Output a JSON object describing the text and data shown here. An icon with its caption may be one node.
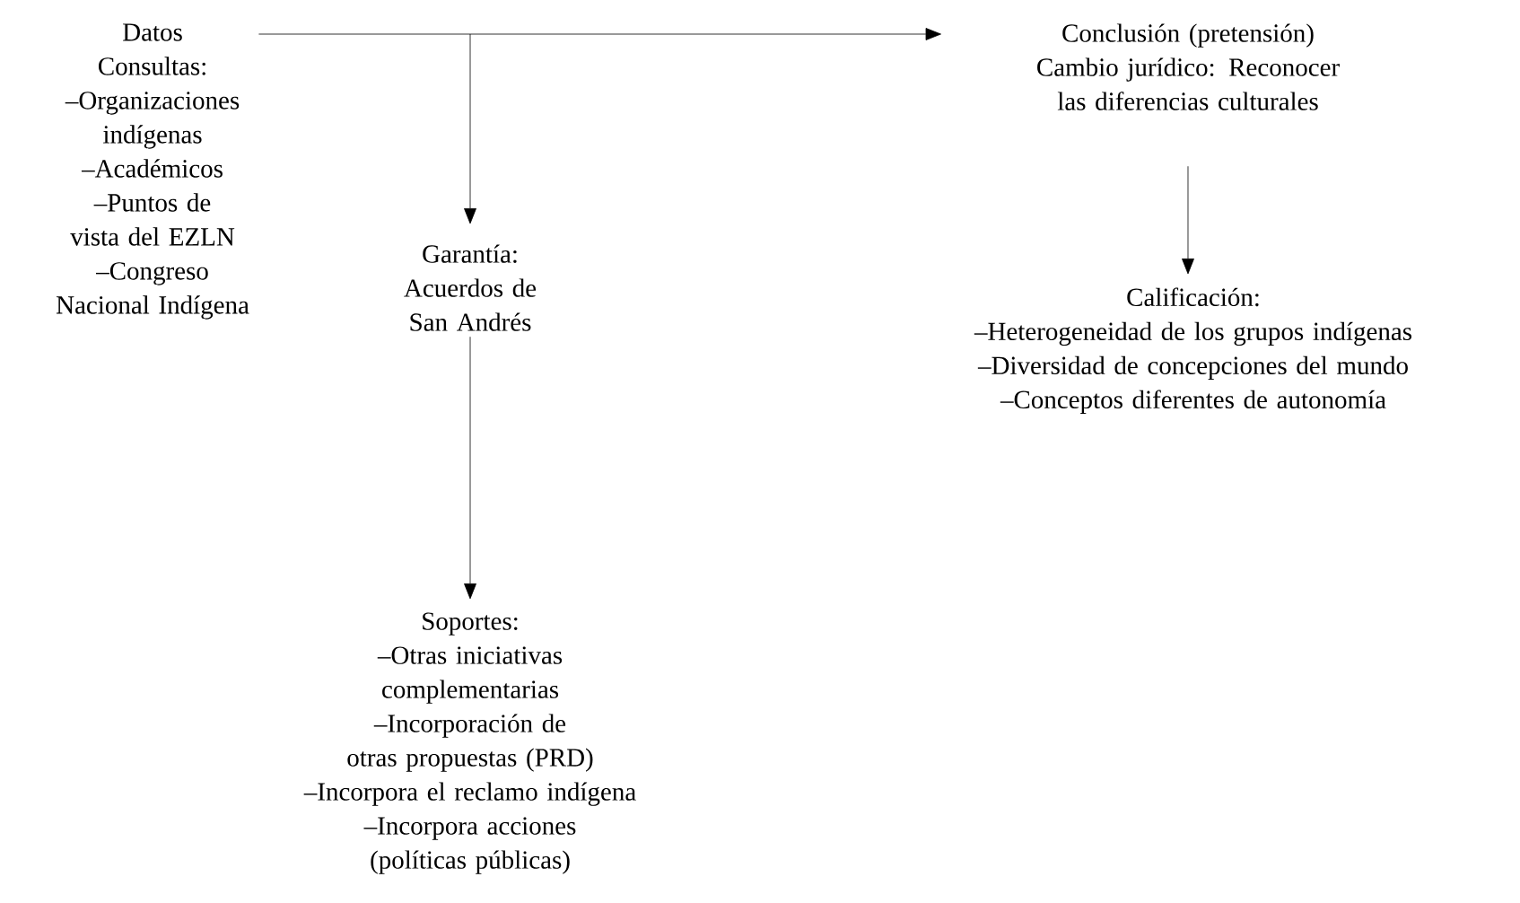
{
  "diagram": {
    "nodes": [
      {
        "text": [
          "Datos",
          "Consultas:",
          "–Organizaciones indígenas",
          "–Académicos",
          "–Puntos de vista del EZLN",
          "–Congreso Nacional Indígena"
        ]
      },
      {
        "text": [
          "Conclusión (pretensión)",
          "Cambio jurídico: Reconocer las diferencias culturales"
        ]
      },
      {
        "text": [
          "Garantía:",
          "Acuerdos de San Andrés"
        ]
      },
      {
        "text": [
          "Calificación:",
          "–Heterogeneidad de los grupos indígenas",
          "–Diversidad de concepciones del mundo",
          "–Conceptos diferentes de autonomía"
        ]
      },
      {
        "text": [
          "Soportes:",
          "–Otras iniciativas complementarias",
          "–Incorporación de otras propuestas (PRD)",
          "–Incorpora el reclamo indígena",
          "–Incorpora acciones (políticas públicas)"
        ]
      }
    ],
    "edges": [
      {
        "from": 0,
        "to": 1,
        "arrow": "to"
      },
      {
        "from": 0,
        "to": 2,
        "arrow": "to"
      },
      {
        "from": 2,
        "to": 4,
        "arrow": "to"
      },
      {
        "from": 1,
        "to": 3,
        "arrow": "to"
      }
    ]
  }
}
